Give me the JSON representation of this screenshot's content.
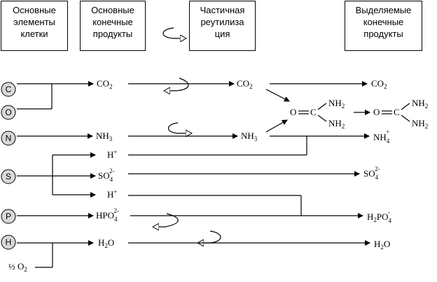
{
  "headers": {
    "elements": "Основные\nэлементы\nклетки",
    "end_products": "Основные\nконечные\nпродукты",
    "reutilization": "Частичная\nреутилиза\nция",
    "excreted": "Выделяемые\nконечные\nпродукты"
  },
  "elements": [
    "C",
    "O",
    "N",
    "S",
    "P",
    "H"
  ],
  "half_o2": "½ O",
  "half_o2_sub": "2",
  "formulas": {
    "co2": "CO",
    "co2_sub": "2",
    "nh3": "NH",
    "nh3_sub": "3",
    "nh2": "NH",
    "nh2_sub": "2",
    "urea_o": "O",
    "urea_c": "C",
    "urea_eq": "═",
    "nh4": "NH",
    "nh4_sub": "4",
    "nh4_sup": "+",
    "hplus": "H",
    "hplus_sup": "+",
    "so4": "SO",
    "so4_sub": "4",
    "so4_sup": "2-",
    "hpo4": "HPO",
    "hpo4_sub": "4",
    "hpo4_sup": "2-",
    "h2po4": "H",
    "h2po4_sub1": "2",
    "h2po4_po": "PO",
    "h2po4_sub2": "4",
    "h2po4_sup": "-",
    "h2o": "H",
    "h2o_sub": "2",
    "h2o_o": "O"
  }
}
